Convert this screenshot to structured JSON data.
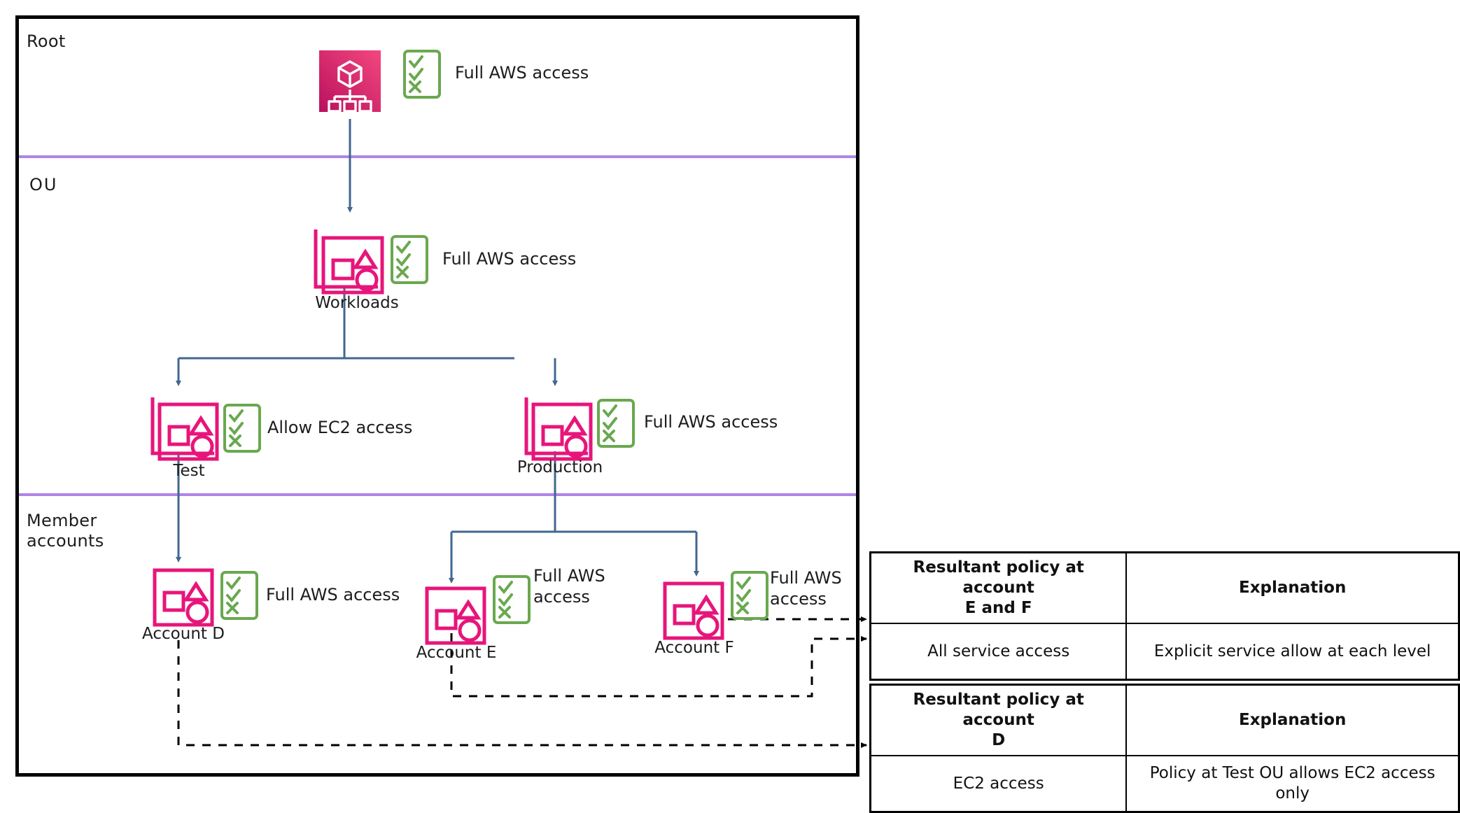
{
  "diagram": {
    "title": "AWS Organizations service control policy inheritance",
    "zones": [
      {
        "id": "root",
        "label": "Root"
      },
      {
        "id": "ou",
        "label": "OU"
      },
      {
        "id": "member",
        "label": "Member\naccounts"
      }
    ],
    "colors": {
      "org_border": "#000000",
      "zone_divider": "#b084e8",
      "connector": "#41678f",
      "node_pink": "#e7157b",
      "root_gradient_from": "#f2447c",
      "root_gradient_to": "#b8115e",
      "policy_green": "#6aa84f",
      "dashed_line": "#000000"
    },
    "nodes": [
      {
        "id": "root-node",
        "icon": "aws-organizations-icon",
        "caption": "",
        "policy": "Full AWS access"
      },
      {
        "id": "workloads",
        "icon": "ou-icon",
        "caption": "Workloads",
        "policy": "Full AWS access"
      },
      {
        "id": "test",
        "icon": "ou-icon",
        "caption": "Test",
        "policy": "Allow EC2 access"
      },
      {
        "id": "production",
        "icon": "ou-icon",
        "caption": "Production",
        "policy": "Full AWS access"
      },
      {
        "id": "account-d",
        "icon": "account-icon",
        "caption": "Account D",
        "policy": "Full AWS access"
      },
      {
        "id": "account-e",
        "icon": "account-icon",
        "caption": "Account E",
        "policy": "Full AWS\naccess"
      },
      {
        "id": "account-f",
        "icon": "account-icon",
        "caption": "Account F",
        "policy": "Full AWS\naccess"
      }
    ]
  },
  "tables": [
    {
      "id": "table-ef",
      "headers": [
        "Resultant policy at account\nE and F",
        "Explanation"
      ],
      "rows": [
        [
          "All service access",
          "Explicit service allow at each level"
        ]
      ]
    },
    {
      "id": "table-d",
      "headers": [
        "Resultant policy at account\nD",
        "Explanation"
      ],
      "rows": [
        [
          "EC2 access",
          "Policy at Test OU allows EC2 access\nonly"
        ]
      ]
    }
  ]
}
